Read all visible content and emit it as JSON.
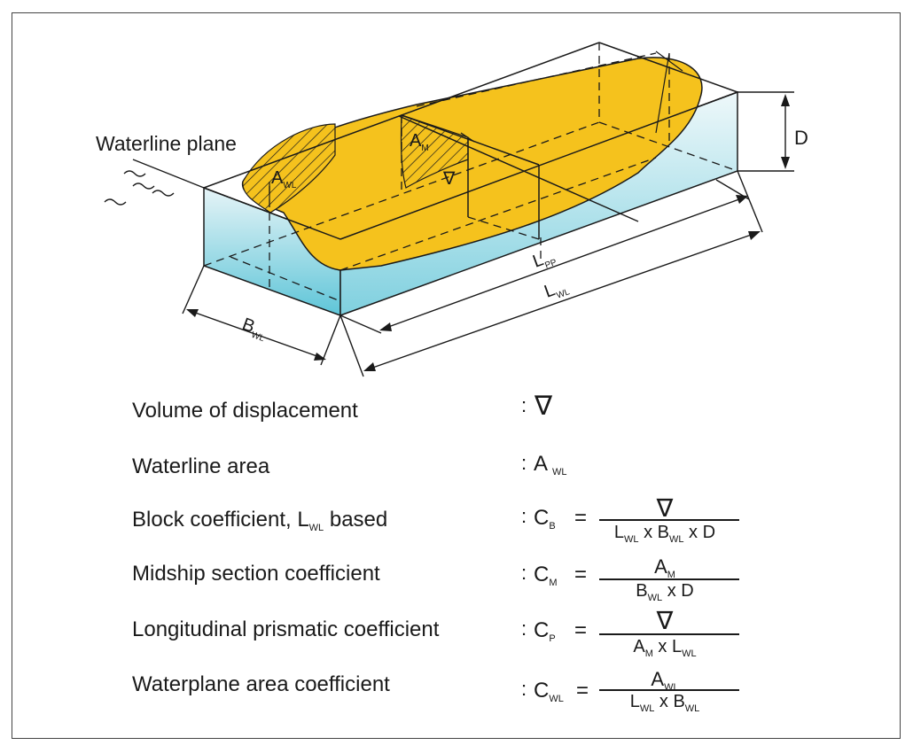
{
  "diagram": {
    "waterline_plane_label": "Waterline plane",
    "depth_label": "D",
    "area_waterline_label": {
      "main": "A",
      "sub": "WL"
    },
    "area_midship_label": {
      "main": "A",
      "sub": "M"
    },
    "volume_symbol": "∇",
    "lpp_label": {
      "main": "L",
      "sub": "PP"
    },
    "lwl_label": {
      "main": "L",
      "sub": "WL"
    },
    "bwl_label": {
      "main": "B",
      "sub": "WL"
    },
    "colors": {
      "hull": "#f5c21d",
      "water_top": "#e6f4f7",
      "water_bottom": "#5ec5d8",
      "line": "#1a1a1a"
    }
  },
  "definitions": [
    {
      "label": "Volume of displacement",
      "symbol": "∇"
    },
    {
      "label": "Waterline area",
      "symbol_main": "A",
      "symbol_sub": "WL"
    },
    {
      "label_pre": "Block coefficient, L",
      "label_sub": "WL",
      "label_post": " based",
      "coef_main": "C",
      "coef_sub": "B",
      "equals": "=",
      "numerator": "∇",
      "den": [
        "L",
        "WL",
        " x B",
        "WL",
        " x D"
      ]
    },
    {
      "label": "Midship section coefficient",
      "coef_main": "C",
      "coef_sub": "M",
      "equals": "=",
      "num": [
        "A",
        "M"
      ],
      "den": [
        "B",
        "WL",
        " x D"
      ]
    },
    {
      "label": "Longitudinal prismatic coefficient",
      "coef_main": "C",
      "coef_sub": "P",
      "equals": "=",
      "numerator": "∇",
      "den": [
        "A",
        "M",
        " x L",
        "WL"
      ]
    },
    {
      "label": "Waterplane area coefficient",
      "coef_main": "C",
      "coef_sub": "WL",
      "equals": "=",
      "num": [
        "A",
        "WL"
      ],
      "den": [
        "L",
        "WL",
        " x B",
        "WL"
      ]
    }
  ],
  "colon": ":"
}
